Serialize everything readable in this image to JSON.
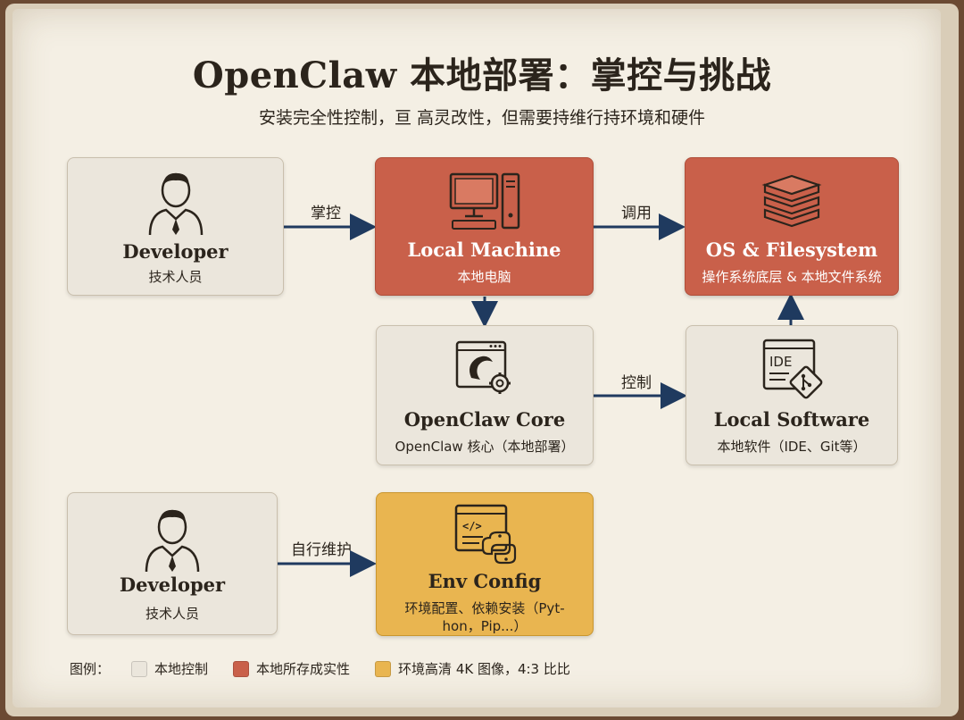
{
  "title": "OpenClaw 本地部署：掌控与挑战",
  "subtitle": "安装完全性控制，亘 高灵改性，但需要持维行持环境和硬件",
  "nodes": {
    "developer1": {
      "name": "Developer",
      "sub": "技术人员",
      "icon": "developer-icon"
    },
    "local_machine": {
      "name": "Local Machine",
      "sub": "本地电脑",
      "icon": "computer-icon"
    },
    "os_fs": {
      "name": "OS & Filesystem",
      "sub": "操作系统底层 & 本地文件系统",
      "icon": "layers-icon"
    },
    "core": {
      "name": "OpenClaw Core",
      "sub": "OpenClaw 核心（本地部署）",
      "icon": "app-gear-icon"
    },
    "software": {
      "name": "Local Software",
      "sub": "本地软件（IDE、Git等）",
      "icon": "ide-icon",
      "icon_text": "IDE"
    },
    "developer2": {
      "name": "Developer",
      "sub": "技术人员",
      "icon": "developer-icon"
    },
    "env": {
      "name": "Env Config",
      "sub_line1": "环境配置、依赖安装（Pyt-",
      "sub_line2": "hon，Pip...）",
      "icon": "code-python-icon"
    }
  },
  "edges": {
    "control": "掌控",
    "invoke": "调用",
    "ctrl": "控制",
    "maintain": "自行维护"
  },
  "legend": {
    "label": "图例：",
    "items": [
      {
        "label": "本地控制",
        "color": "#ebe6dc"
      },
      {
        "label": "本地所存成实性",
        "color": "#c9604a"
      },
      {
        "label": "环境高清 4K 图像，4:3 比比",
        "color": "#e9b550"
      }
    ]
  },
  "colors": {
    "arrow": "#1f3a5f",
    "red": "#c9604a",
    "yellow": "#e9b550",
    "neutral": "#ebe6dc"
  }
}
